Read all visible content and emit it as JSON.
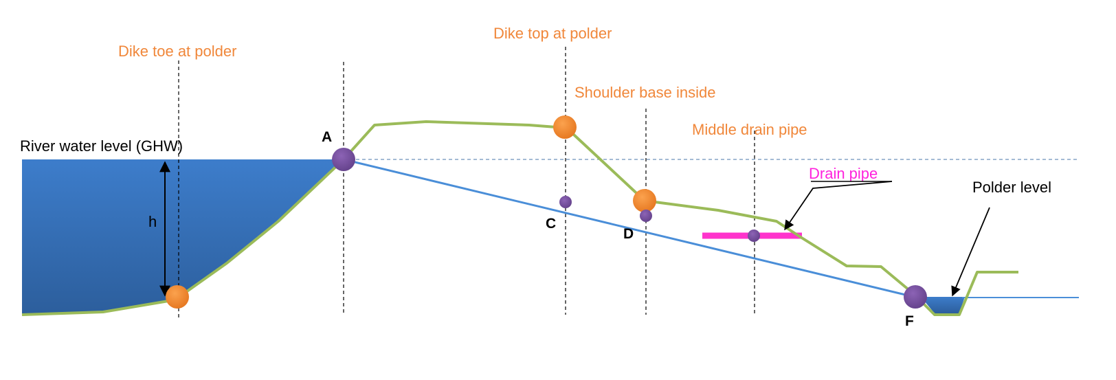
{
  "labels": {
    "dike_toe": "Dike toe at polder",
    "dike_top": "Dike top at polder",
    "shoulder_base": "Shoulder base inside",
    "middle_drain": "Middle drain pipe",
    "river_level": "River water level (GHW)",
    "h": "h",
    "drain_pipe": "Drain pipe",
    "polder_level": "Polder level"
  },
  "points": {
    "a": "A",
    "c": "C",
    "d": "D",
    "f": "F"
  },
  "colors": {
    "water": "#3B7BC8",
    "dike": "#9BBB59",
    "phreatic": "#4A8ED8",
    "marker_orange": "#F0873A",
    "marker_purple": "#7B52A0",
    "drain": "#FF33CC"
  }
}
